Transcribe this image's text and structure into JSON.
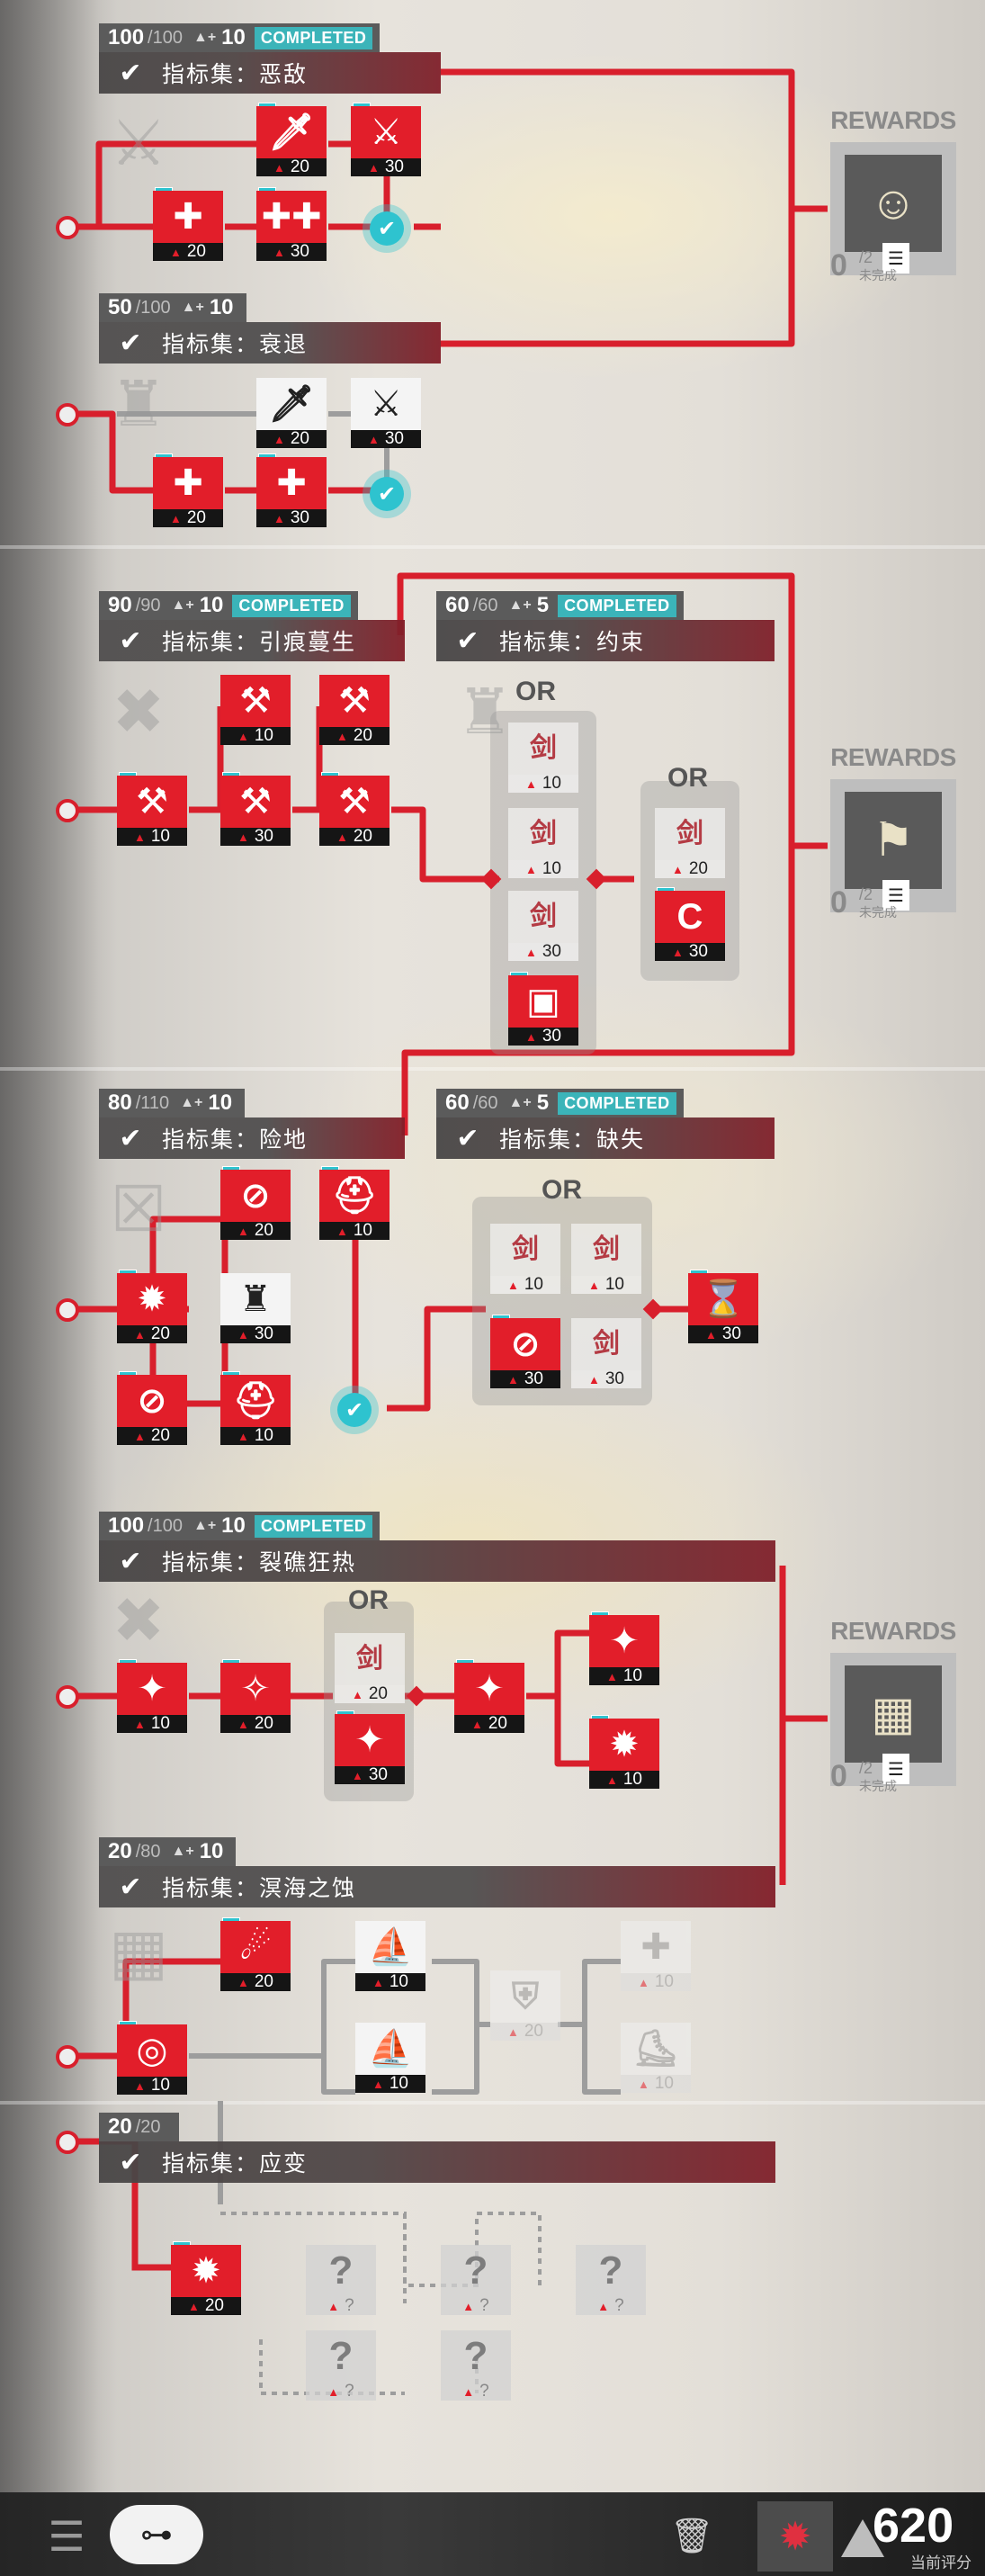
{
  "colors": {
    "accent": "#e21e2a",
    "completed": "#3bb4b9",
    "check": "#2ec3cf"
  },
  "groups": [
    {
      "score": "100",
      "max": "/100",
      "bonus": "10",
      "completed": "COMPLETED",
      "name": "指标集：恶敌"
    },
    {
      "score": "50",
      "max": "/100",
      "bonus": "10",
      "completed": "",
      "name": "指标集：衰退"
    },
    {
      "score": "90",
      "max": "/90",
      "bonus": "10",
      "completed": "COMPLETED",
      "name": "指标集：引痕蔓生"
    },
    {
      "score": "60",
      "max": "/60",
      "bonus": "5",
      "completed": "COMPLETED",
      "name": "指标集：约束"
    },
    {
      "score": "80",
      "max": "/110",
      "bonus": "10",
      "completed": "",
      "name": "指标集：险地"
    },
    {
      "score": "60",
      "max": "/60",
      "bonus": "5",
      "completed": "COMPLETED",
      "name": "指标集：缺失"
    },
    {
      "score": "100",
      "max": "/100",
      "bonus": "10",
      "completed": "COMPLETED",
      "name": "指标集：裂礁狂热"
    },
    {
      "score": "20",
      "max": "/80",
      "bonus": "10",
      "completed": "",
      "name": "指标集：溟海之蚀"
    },
    {
      "score": "20",
      "max": "/20",
      "bonus": "",
      "completed": "",
      "name": "指标集：应变"
    }
  ],
  "or_label": "OR",
  "rewards": [
    {
      "title": "REWARDS",
      "count": "0",
      "total": "/2",
      "status": "未完成",
      "icon": "operator-portrait-icon"
    },
    {
      "title": "REWARDS",
      "count": "0",
      "total": "/2",
      "status": "未完成",
      "icon": "banner-icon"
    },
    {
      "title": "REWARDS",
      "count": "0",
      "total": "/2",
      "status": "未完成",
      "icon": "crate-icon"
    }
  ],
  "nodes": {
    "n1": "20",
    "n2": "30",
    "n3": "20",
    "n4": "30",
    "n5": "20",
    "n6": "30",
    "n7": "20",
    "n8": "30",
    "n9": "10",
    "n10": "20",
    "n11": "10",
    "n12": "30",
    "n13": "20",
    "o1": "10",
    "o2": "10",
    "o3": "30",
    "o4": "30",
    "o5": "20",
    "o6": "30",
    "n14": "20",
    "n15": "10",
    "n16": "20",
    "n17": "30",
    "n18": "20",
    "n19": "10",
    "o7": "10",
    "o8": "10",
    "o9": "30",
    "o10": "30",
    "n20": "30",
    "n21": "10",
    "n22": "20",
    "o11": "20",
    "o12": "30",
    "n23": "20",
    "n24": "10",
    "n25": "10",
    "n26": "20",
    "n27": "10",
    "n28": "10",
    "n29": "10",
    "n30": "20",
    "n31": "10",
    "n32": "10",
    "n33": "20",
    "u1": "?",
    "u2": "?",
    "u3": "?",
    "u4": "?",
    "u5": "?"
  },
  "glyphs": {
    "contract": "剑",
    "unknown": "?"
  },
  "bottom": {
    "score": "620",
    "score_label": "当前评分"
  }
}
